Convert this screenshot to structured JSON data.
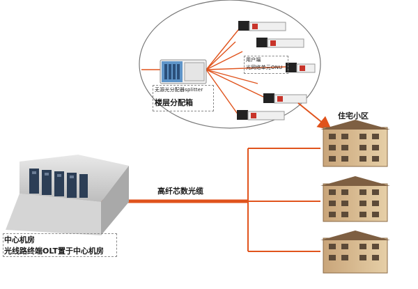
{
  "diagram": {
    "splitter_note": "无源光分配器splitter",
    "floor_box": "楼层分配箱",
    "user_end_title": "用户端",
    "user_end_sub": "光网络单元ONU",
    "residential": "住宅小区",
    "cable": "高纤芯数光缆",
    "center_room_line1": "中心机房",
    "center_room_line2": "光线路终端OLT置于中心机房",
    "colors": {
      "fiber": "#e0531c",
      "arrow": "#e0531c",
      "ellipse": "#777777"
    }
  }
}
